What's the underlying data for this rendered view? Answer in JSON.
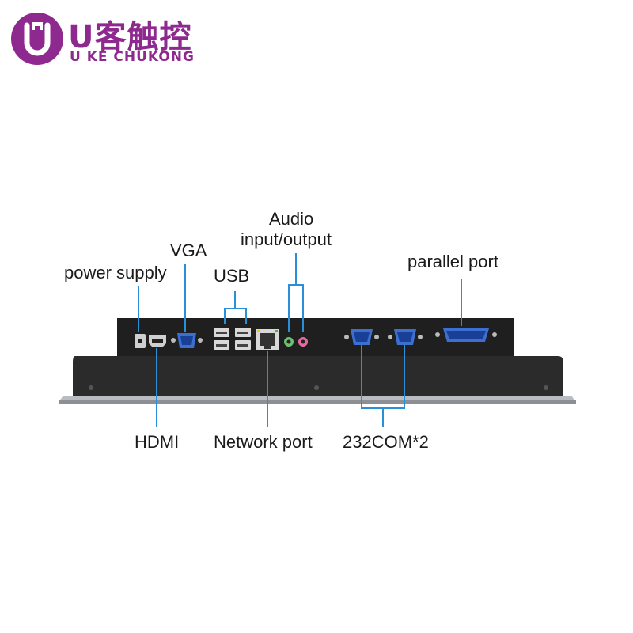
{
  "brand": {
    "name_cn": "U客触控",
    "name_en": "U  KE CHUKONG",
    "color": "#8e2a8f"
  },
  "labels": {
    "audio_line1": "Audio",
    "audio_line2": "input/output",
    "vga": "VGA",
    "power_supply": "power supply",
    "usb": "USB",
    "parallel_port": "parallel port",
    "hdmi": "HDMI",
    "network_port": "Network port",
    "com": "232COM*2"
  },
  "colors": {
    "callout_line": "#2b8fd8",
    "panel_body": "#2a2a2a",
    "panel_edge": "#b9bcc0"
  }
}
